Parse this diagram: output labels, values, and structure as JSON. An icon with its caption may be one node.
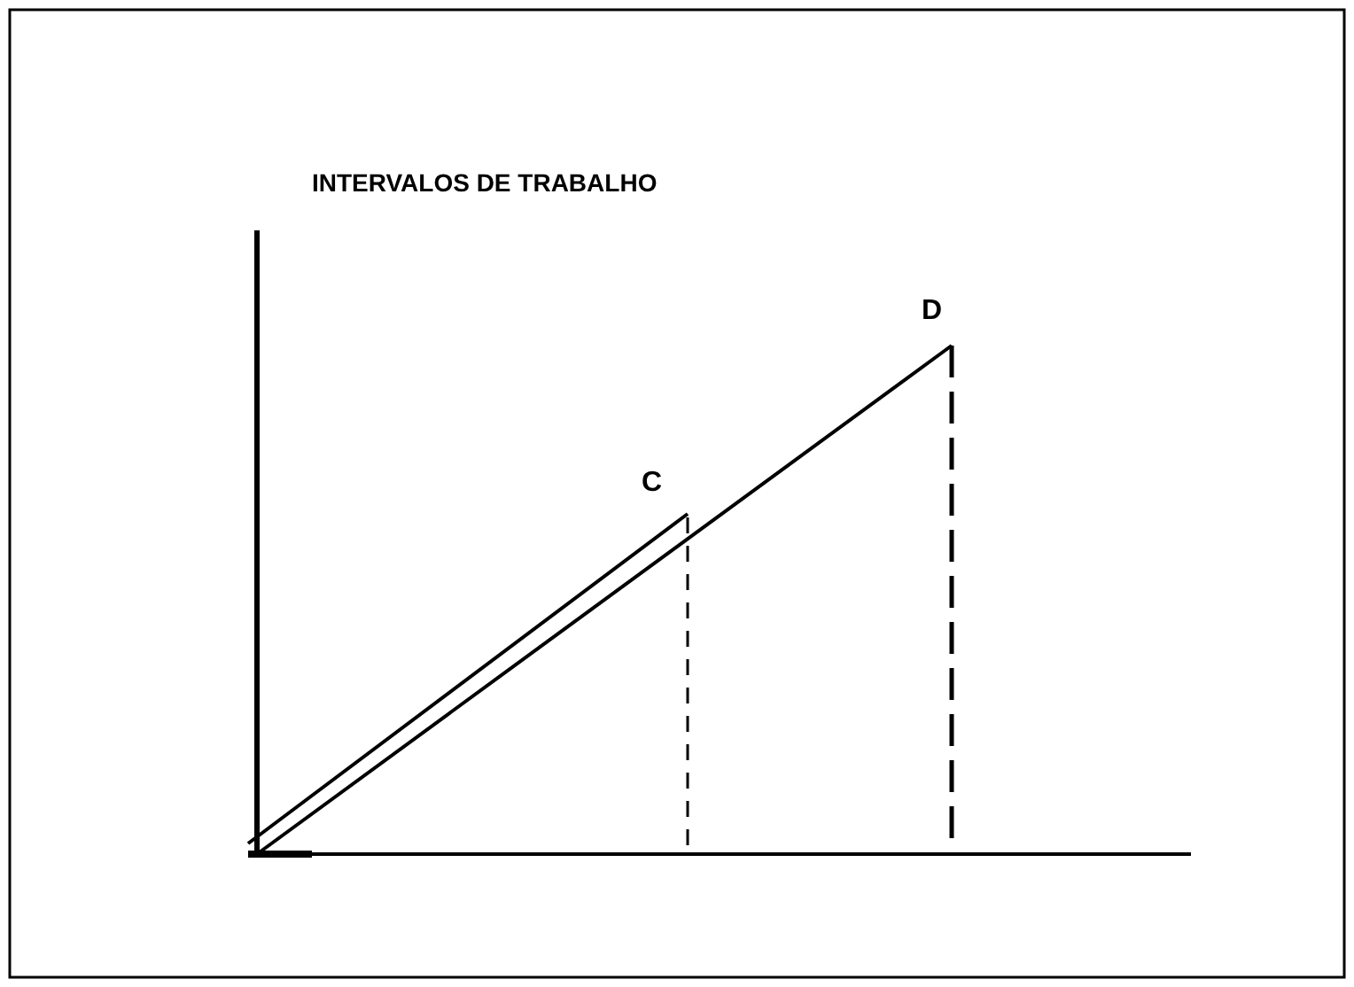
{
  "diagram": {
    "title": "INTERVALOS DE TRABALHO",
    "labels": [
      "C",
      "D"
    ]
  }
}
